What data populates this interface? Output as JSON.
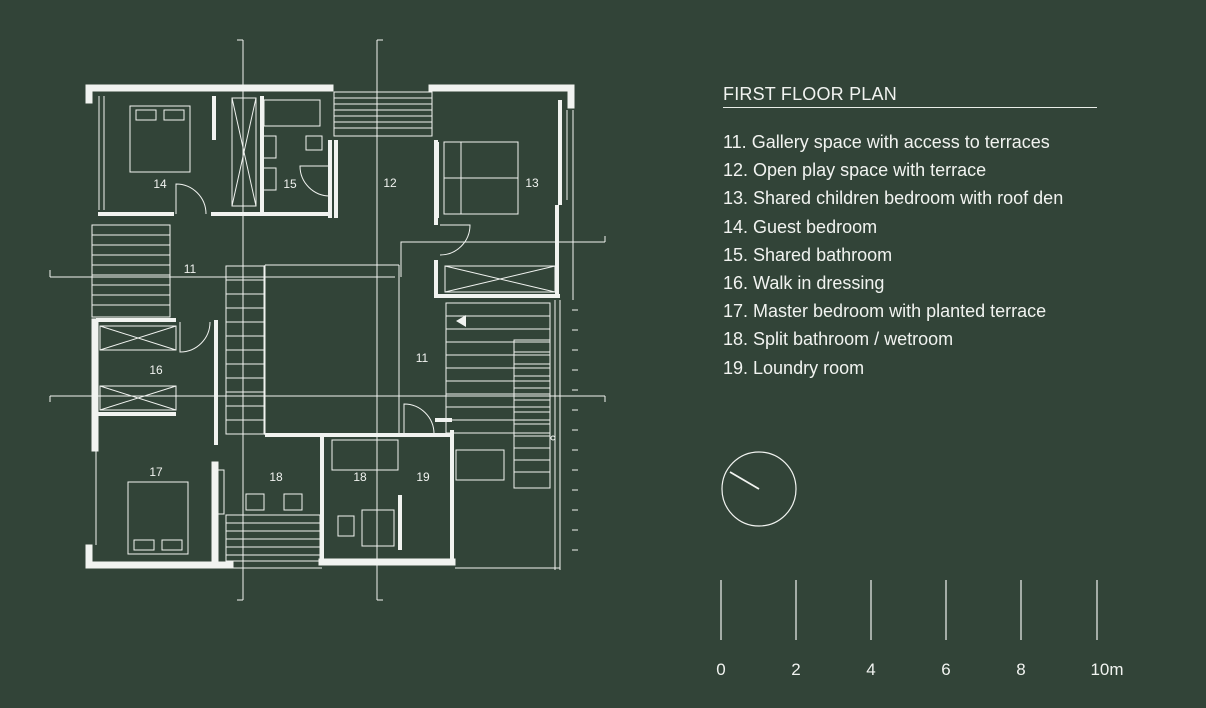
{
  "title": "FIRST FLOOR PLAN",
  "legend": [
    "11. Gallery space with access to terraces",
    "12. Open play space with terrace",
    "13. Shared children bedroom with roof den",
    "14. Guest bedroom",
    "15. Shared bathroom",
    "16. Walk in dressing",
    "17. Master bedroom with planted terrace",
    "18. Split bathroom / wetroom",
    "19. Loundry room"
  ],
  "room_labels": {
    "r11a": "11",
    "r11b": "11",
    "r12": "12",
    "r13": "13",
    "r14": "14",
    "r15": "15",
    "r16": "16",
    "r17": "17",
    "r18a": "18",
    "r18b": "18",
    "r19": "19"
  },
  "scale": {
    "labels": [
      "0",
      "2",
      "4",
      "6",
      "8",
      "10m"
    ]
  },
  "colors": {
    "background": "#324438",
    "line": "#f1f3f0"
  }
}
